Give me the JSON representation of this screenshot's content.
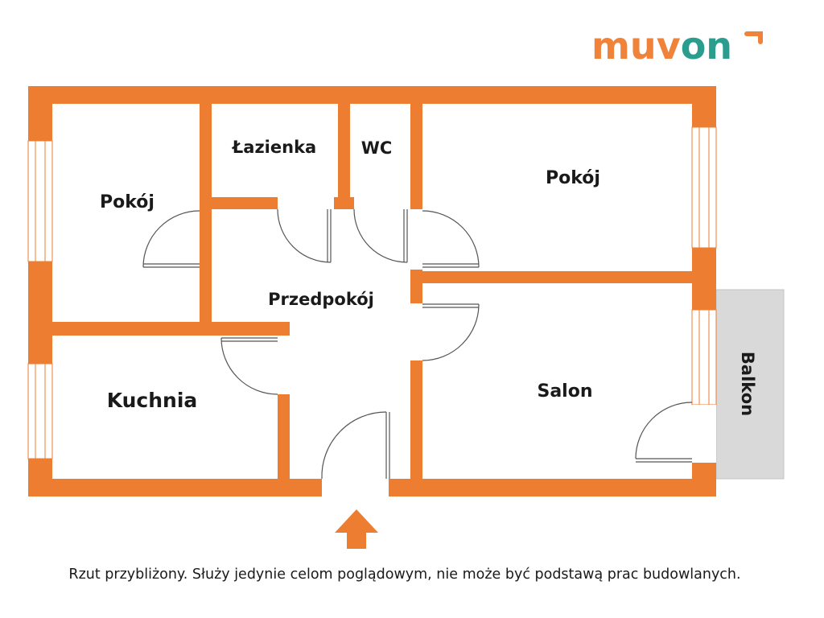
{
  "brand": {
    "name_part1": "mu",
    "name_part2": "v",
    "name_part3": "on",
    "primary_color": "#f0833a",
    "secondary_color": "#2a9d8f"
  },
  "rooms": {
    "pokoj_left": "Pokój",
    "lazienka": "Łazienka",
    "wc": "WC",
    "pokoj_right": "Pokój",
    "przedpokoj": "Przedpokój",
    "kuchnia": "Kuchnia",
    "salon": "Salon",
    "balkon": "Balkon"
  },
  "entrance_arrow_icon": "arrow-up-icon",
  "disclaimer": "Rzut przybliżony. Służy jedynie celom poglądowym, nie może być podstawą prac budowlanych.",
  "colors": {
    "wall": "#ed7d31",
    "balcony": "#d9d9d9",
    "door_line": "#555555"
  }
}
